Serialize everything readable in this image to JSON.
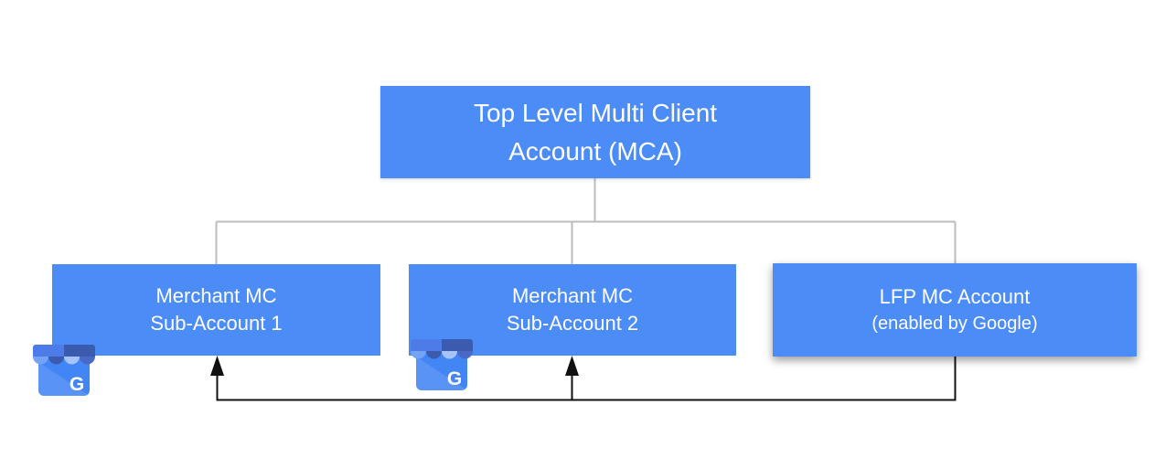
{
  "colors": {
    "box_blue": "#4C8CF7",
    "connector_gray": "#BDBDBD",
    "arrow_black": "#111111",
    "text_white": "#FFFFFF"
  },
  "diagram": {
    "root": {
      "line1": "Top Level Multi Client",
      "line2": "Account (MCA)"
    },
    "sub_account_1": {
      "line1": "Merchant MC",
      "line2": "Sub-Account 1"
    },
    "sub_account_2": {
      "line1": "Merchant MC",
      "line2": "Sub-Account 2"
    },
    "lfp_account": {
      "line1": "LFP MC Account",
      "line2": "(enabled by Google)"
    }
  },
  "icons": {
    "merchant_icon": "google-my-business-storefront-icon",
    "g_letter": "G"
  }
}
